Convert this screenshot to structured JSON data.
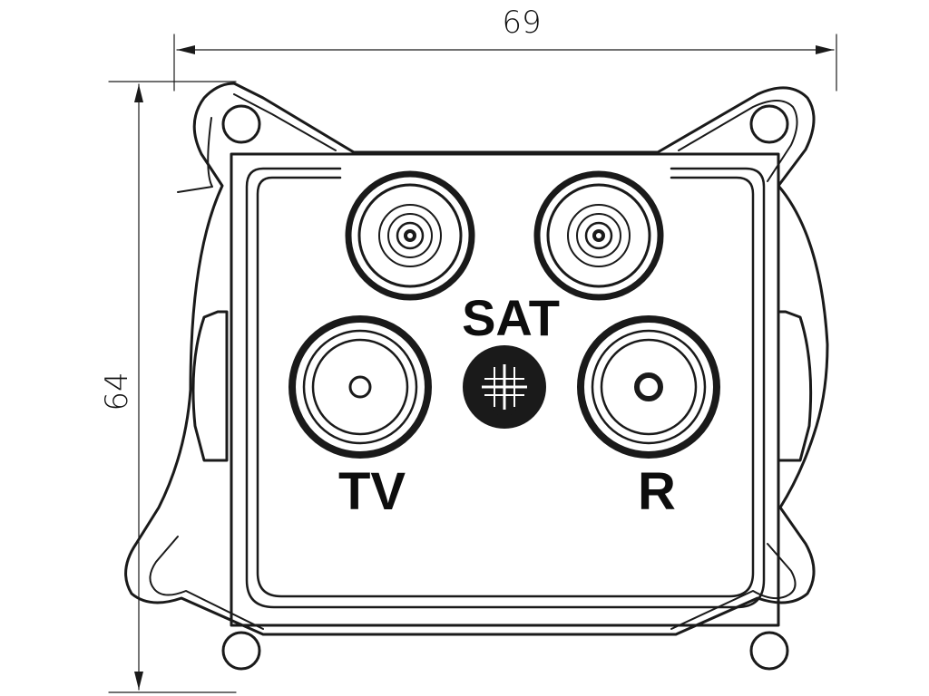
{
  "dimensions": {
    "width_value": "69",
    "height_value": "64"
  },
  "labels": {
    "sat": "SAT",
    "tv": "TV",
    "r": "R"
  },
  "colors": {
    "line": "#1a1a1a",
    "background": "#ffffff"
  }
}
